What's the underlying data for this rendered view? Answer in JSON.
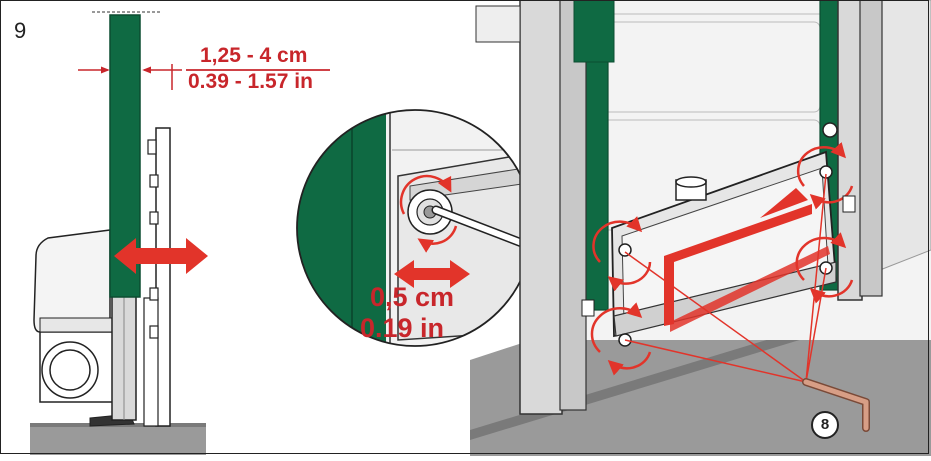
{
  "step": {
    "number": "9"
  },
  "dimensions": {
    "wall_gap_cm": "1,25 - 4 cm",
    "wall_gap_in": "0.39 - 1.57 in",
    "adjust_cm": "0,5 cm",
    "adjust_in": "0.19 in"
  },
  "callouts": {
    "tool_number": "8"
  },
  "colors": {
    "accent_red": "#e2342a",
    "text_red": "#c8262b",
    "panel_green": "#0f6a43",
    "line_dark": "#222222",
    "frame_gray": "#d9d9d9",
    "floor_gray": "#9a9a9a",
    "tool_copper": "#d79e86"
  },
  "icons": [
    "double-arrow-icon",
    "rotate-arrow-icon",
    "allen-key-icon",
    "bolt-icon"
  ]
}
